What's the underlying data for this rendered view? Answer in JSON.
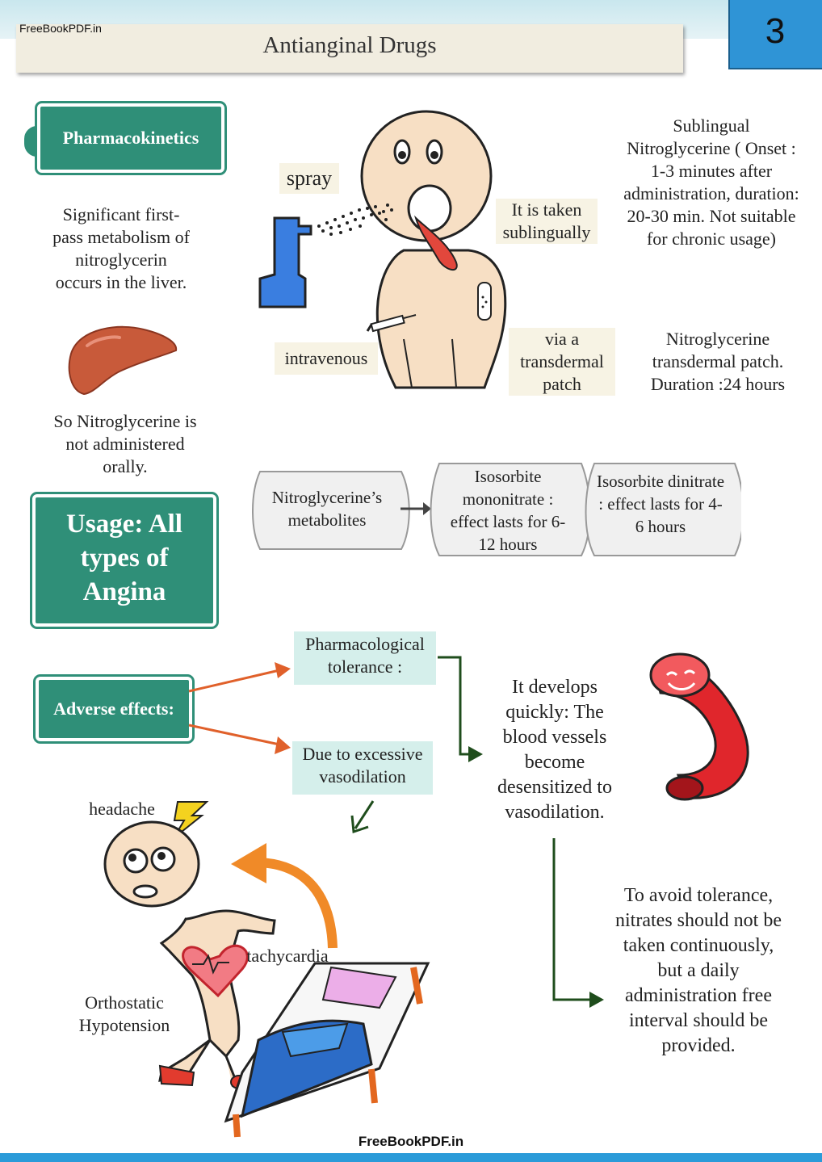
{
  "header": {
    "site": "FreeBookPDF.in",
    "title": "Antianginal Drugs",
    "page_number": "3"
  },
  "pharmacokinetics": {
    "badge": "Pharmacokinetics",
    "first_pass": "Significant first-pass metabolism of nitroglycerin occurs in the liver.",
    "conclusion": "So Nitroglycerine is not administered orally."
  },
  "routes": {
    "spray": "spray",
    "sublingual": "It is taken sublingually",
    "intravenous": "intravenous",
    "transdermal": "via a transdermal patch"
  },
  "notes": {
    "sublingual": "Sublingual Nitroglycerine ( Onset : 1-3 minutes after administration, duration: 20-30 min. Not suitable for chronic usage)",
    "transdermal": "Nitroglycerine transdermal patch. Duration :24 hours"
  },
  "metabolites": {
    "source": "Nitroglycerine’s metabolites",
    "item1": "Isosorbite mononitrate : effect lasts for 6-12 hours",
    "item2": "Isosorbite dinitrate : effect lasts for 4-6 hours"
  },
  "usage": {
    "badge": "Usage: All types of Angina"
  },
  "adverse": {
    "badge": "Adverse effects:",
    "tolerance": "Pharmacological tolerance :",
    "vasodilation": "Due to excessive vasodilation",
    "tolerance_detail": "It develops quickly: The blood vessels become desensitized to vasodilation.",
    "avoid": "To avoid tolerance, nitrates should not be taken continuously, but a daily administration free interval should be provided.",
    "headache": "headache",
    "tachycardia": "tachycardia",
    "orthostatic": "Orthostatic Hypotension"
  },
  "footer": {
    "site": "FreeBookPDF.in"
  },
  "colors": {
    "teal": "#2f8f78",
    "teal_light": "#d5efeb",
    "arrow_orange": "#e0602a",
    "arrow_green": "#1f4d1c",
    "page_blue": "#2f94d6"
  }
}
